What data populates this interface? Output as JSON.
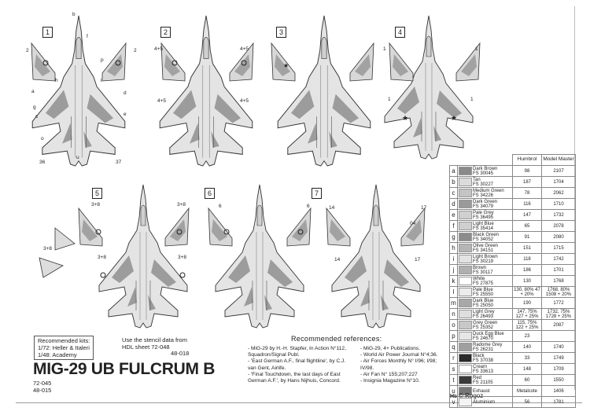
{
  "profiles": [
    "1",
    "2",
    "3",
    "4",
    "5",
    "6",
    "7"
  ],
  "callouts": {
    "p1": [
      "2",
      "2",
      "36",
      "37",
      "a",
      "b",
      "c",
      "d",
      "e",
      "f",
      "g",
      "h",
      "i",
      "o",
      "p",
      "u"
    ],
    "p2": [
      "4+5",
      "4+5",
      "4+5",
      "4+5"
    ],
    "p4": [
      "1",
      "1",
      "1",
      "1"
    ],
    "p5": [
      "3+8",
      "3+8",
      "3+8",
      "3+8",
      "3+8"
    ],
    "p6": [
      "6",
      "6"
    ],
    "p7": [
      "14",
      "17",
      "14",
      "17",
      "04"
    ]
  },
  "kits": {
    "heading": "Recommended kits:",
    "line1": "1/72: Heller & Italeri",
    "line2": "1/48: Academy"
  },
  "stencil": {
    "line1": "Use the stencil data from",
    "line2": "HDL sheet  72-048",
    "line3": "48-018"
  },
  "title": "MIG-29 UB FULCRUM B",
  "codes": [
    "72-045",
    "48-015"
  ],
  "references": {
    "heading": "Recommended references:",
    "left": [
      "- MiG-29 by H.-H. Stapfer, In Action N°112, Squadron/Signal Publ.",
      "- 'East German A.F., final flightline', by C.J. van Gent, Airlife.",
      "- 'Final Touchdown, the last days of East German A.F.', by Hans Nijhuis, Concord."
    ],
    "right": [
      "- MiG-29, 4+ Publications.",
      "- World Air Power Journal N°4;36.",
      "- Air Forces Monthly N° I/96; I/98; IV/98.",
      "- Air Fan N° 155;207;227",
      "- Insignia Magazine N°10."
    ]
  },
  "paint_table": {
    "headers": {
      "humbrol": "Humbrol",
      "model_master": "Model Master"
    },
    "rows": [
      {
        "letter": "a",
        "name": "Dark Brown",
        "fs": "FS 30045",
        "humbrol": "98",
        "mm": "2107",
        "color": "#8a8a8a"
      },
      {
        "letter": "b",
        "name": "Tan",
        "fs": "FS 30227",
        "humbrol": "187",
        "mm": "1704",
        "color": "#dcdcdc"
      },
      {
        "letter": "c",
        "name": "Medium Green",
        "fs": "FS 34226",
        "humbrol": "78",
        "mm": "2062",
        "color": "#c4c4c4"
      },
      {
        "letter": "d",
        "name": "Dark Green",
        "fs": "FS 34079",
        "humbrol": "116",
        "mm": "1710",
        "color": "#9a9a9a"
      },
      {
        "letter": "e",
        "name": "Pale Grey",
        "fs": "FS 36495",
        "humbrol": "147",
        "mm": "1732",
        "color": "#d0d0d0"
      },
      {
        "letter": "f",
        "name": "Light Blue",
        "fs": "FS 35414",
        "humbrol": "65",
        "mm": "2078",
        "color": "#cfcfcf"
      },
      {
        "letter": "g",
        "name": "Black Green",
        "fs": "FS 34052",
        "humbrol": "91",
        "mm": "2080",
        "color": "#8c8c8c"
      },
      {
        "letter": "h",
        "name": "Olive Green",
        "fs": "FS 34151",
        "humbrol": "151",
        "mm": "1715",
        "color": "#b5b5b5"
      },
      {
        "letter": "i",
        "name": "Light Brown",
        "fs": "FS 30219",
        "humbrol": "118",
        "mm": "1742",
        "color": "#e3e3e3"
      },
      {
        "letter": "j",
        "name": "Brown",
        "fs": "FS 30117",
        "humbrol": "186",
        "mm": "1701",
        "color": "#b0b0b0"
      },
      {
        "letter": "k",
        "name": "White",
        "fs": "FS 27875",
        "humbrol": "130",
        "mm": "1768",
        "color": "#ffffff"
      },
      {
        "letter": "l",
        "name": "Pale Blue",
        "fs": "FS 25550",
        "humbrol": "130, 80% 47 + 20%",
        "mm": "1768, 80% 1508 + 20%",
        "color": "#ececec"
      },
      {
        "letter": "m",
        "name": "Dark Blue",
        "fs": "FS 25050",
        "humbrol": "190",
        "mm": "1772",
        "color": "#a8a8a8"
      },
      {
        "letter": "n",
        "name": "Light Grey",
        "fs": "FS 26493",
        "humbrol": "147, 75% 127 + 25%",
        "mm": "1732, 75% 1728 + 25%",
        "color": "#dedede"
      },
      {
        "letter": "o",
        "name": "Grey Green",
        "fs": "FS 25352",
        "humbrol": "115, 75% 122 + 25%",
        "mm": "2087",
        "color": "#c8c8c8"
      },
      {
        "letter": "p",
        "name": "Duck Egg Blue",
        "fs": "FS 24670",
        "humbrol": "23",
        "mm": "",
        "color": "#e6e6e6"
      },
      {
        "letter": "q",
        "name": "Radome Grey",
        "fs": "FS 26231",
        "humbrol": "140",
        "mm": "1740",
        "color": "#a0a0a0"
      },
      {
        "letter": "r",
        "name": "Black",
        "fs": "FS 37038",
        "humbrol": "33",
        "mm": "1749",
        "color": "#2a2a2a"
      },
      {
        "letter": "s",
        "name": "Cream",
        "fs": "FS 33613",
        "humbrol": "148",
        "mm": "1709",
        "color": "#ffffff"
      },
      {
        "letter": "t",
        "name": "Red",
        "fs": "FS 21105",
        "humbrol": "60",
        "mm": "1550",
        "color": "#3a3a3a"
      },
      {
        "letter": "u",
        "name": "Exhaust",
        "fs": "",
        "humbrol": "Metalcote",
        "mm": "1406",
        "color": "#777777"
      },
      {
        "letter": "v",
        "name": "Aluminium",
        "fs": "",
        "humbrol": "56",
        "mm": "1781",
        "color": "#f4f4f4"
      }
    ]
  },
  "copyright": "© Rogoz",
  "logo_text": "HDL"
}
